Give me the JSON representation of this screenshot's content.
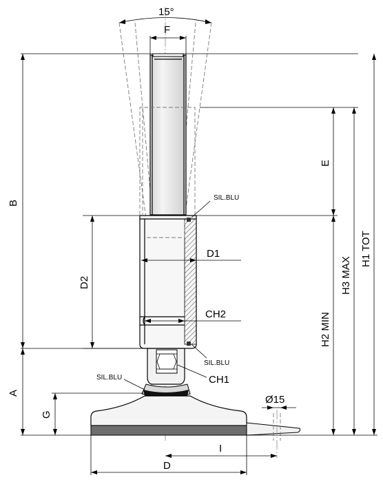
{
  "drawing": {
    "labels": {
      "angle": "15°",
      "F": "F",
      "B": "B",
      "E": "E",
      "H1": "H1 TOT",
      "H3": "H3 MAX",
      "H2": "H2 MIN",
      "D1": "D1",
      "D2": "D2",
      "CH2": "CH2",
      "CH1": "CH1",
      "A": "A",
      "G": "G",
      "D": "D",
      "I": "I",
      "hole": "Ø15",
      "sil_top": "SIL.BLU",
      "sil_mid": "SIL.BLU",
      "sil_base": "SIL.BLU"
    },
    "colors": {
      "line": "#000000",
      "hidden_line": "#777777",
      "shade": "#e8e8e8",
      "pad": "#6e6e6e"
    }
  }
}
